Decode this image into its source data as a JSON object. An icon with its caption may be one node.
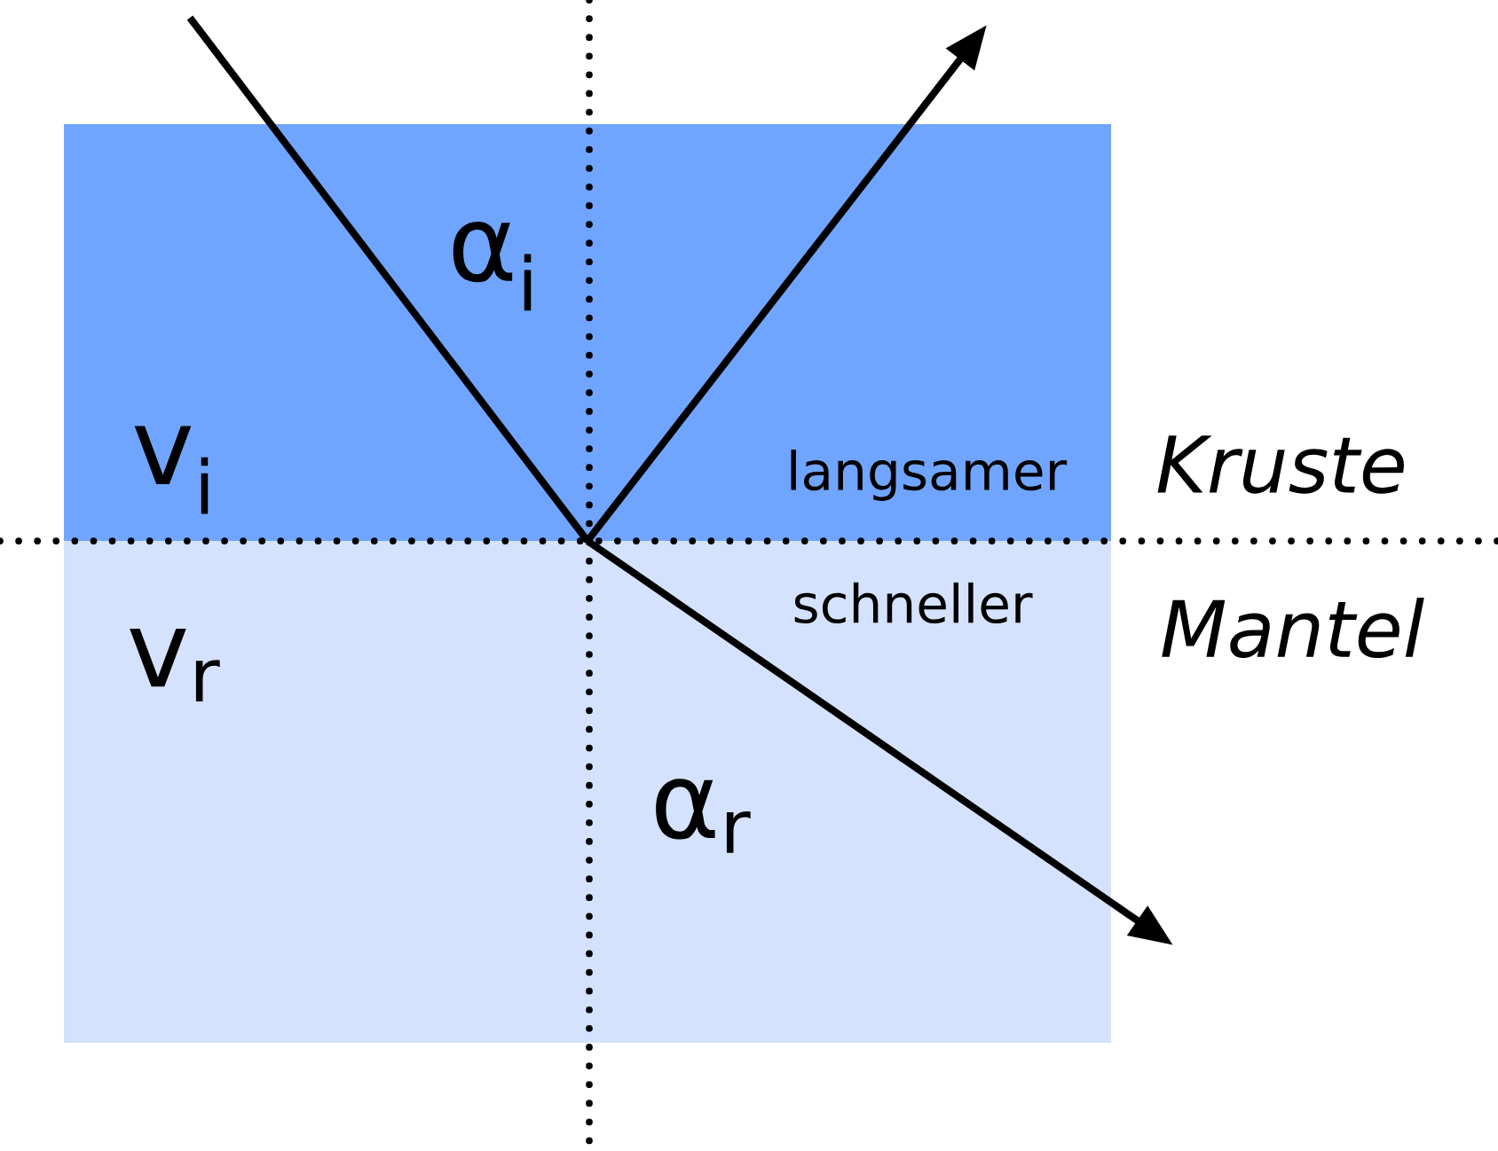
{
  "diagram": {
    "nodes": [
      {
        "text": [
          "langsamer"
        ],
        "beside": [
          "Kruste"
        ]
      },
      {
        "text": [
          "schneller"
        ],
        "beside": [
          "Mantel"
        ]
      }
    ],
    "labels": [
      "α$_{i}$",
      "v$_{i}$",
      "v$_{r}$",
      "α$_{r}$"
    ]
  }
}
